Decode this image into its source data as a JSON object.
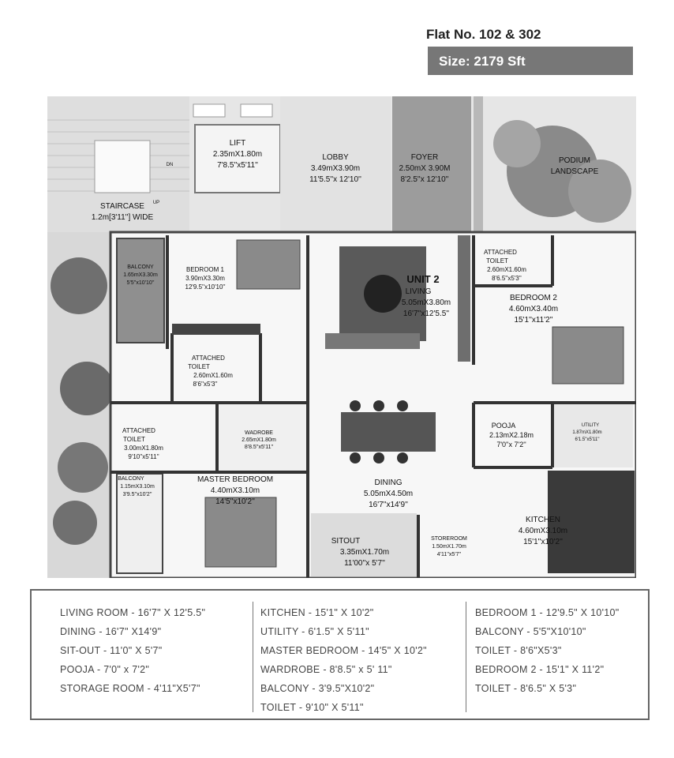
{
  "header": {
    "flat_no": "Flat No. 102 & 302",
    "size": "Size: 2179 Sft"
  },
  "plan": {
    "unit_title": "UNIT 2",
    "common": {
      "lift": [
        "LIFT",
        "2.35mX1.80m",
        "7'8.5''x5'11''"
      ],
      "lobby": [
        "LOBBY",
        "3.49mX3.90m",
        "11'5.5''x 12'10''"
      ],
      "foyer": [
        "FOYER",
        "2.50mX 3.90M",
        "8'2.5''x 12'10''"
      ],
      "podium": [
        "PODIUM",
        "LANDSCAPE"
      ],
      "staircase": [
        "STAIRCASE",
        "1.2m[3'11''] WIDE"
      ],
      "dn": "DN",
      "up": "UP"
    },
    "rooms": {
      "balcony1": [
        "BALCONY",
        "1.65mX3.30m",
        "5'5''x10'10''"
      ],
      "bedroom1": [
        "BEDROOM 1",
        "3.90mX3.30m",
        "12'9.5''x10'10''"
      ],
      "living": [
        "LIVING",
        "5.05mX3.80m",
        "16'7''x12'5.5''"
      ],
      "att_toilet_br2": [
        "ATTACHED",
        "TOILET",
        "2.60mX1.60m",
        "8'6.5''x5'3''"
      ],
      "bedroom2": [
        "BEDROOM 2",
        "4.60mX3.40m",
        "15'1''x11'2''"
      ],
      "att_toilet_br1": [
        "ATTACHED",
        "TOILET",
        "2.60mX1.60m",
        "8'6''x5'3''"
      ],
      "att_toilet_master": [
        "ATTACHED",
        "TOILET",
        "3.00mX1.80m",
        "9'10''x5'11''"
      ],
      "wardrobe": [
        "WADROBE",
        "2.65mX1.80m",
        "8'8.5''x5'11''"
      ],
      "dining": [
        "DINING",
        "5.05mX4.50m",
        "16'7''x14'9''"
      ],
      "pooja": [
        "POOJA",
        "2.13mX2.18m",
        "7'0''x 7'2''"
      ],
      "utility": [
        "UTILITY",
        "1.87mX1.80m",
        "6'1.5''x5'11''"
      ],
      "balcony2": [
        "BALCONY",
        "1.15mX3.10m",
        "3'9.5''x10'2''"
      ],
      "master_bedroom": [
        "MASTER BEDROOM",
        "4.40mX3.10m",
        "14'5''x10'2''"
      ],
      "kitchen": [
        "KITCHEN",
        "4.60mX3.10m",
        "15'1''x10'2''"
      ],
      "sitout": [
        "SITOUT",
        "3.35mX1.70m",
        "11'00''x 5'7''"
      ],
      "storeroom": [
        "STOREROOM",
        "1.50mX1.70m",
        "4'11''x5'7''"
      ]
    }
  },
  "legend": {
    "col1": [
      "LIVING ROOM - 16'7\" X 12'5.5\"",
      "DINING - 16'7\" X14'9\"",
      "SIT-OUT - 11'0\" X 5'7\"",
      "POOJA - 7'0\" x 7'2\"",
      "STORAGE ROOM -  4'11\"X5'7\""
    ],
    "col2": [
      "KITCHEN - 15'1\" X 10'2\"",
      "UTILITY - 6'1.5\" X 5'11\"",
      "MASTER BEDROOM - 14'5\" X 10'2\"",
      "WARDROBE - 8'8.5\" x 5' 11\"",
      "BALCONY - 3'9.5\"X10'2\"",
      "TOILET - 9'10\" X 5'11\""
    ],
    "col3": [
      "BEDROOM 1 - 12'9.5\" X 10'10\"",
      "BALCONY - 5'5\"X10'10\"",
      "TOILET - 8'6\"X5'3\"",
      "BEDROOM 2 - 15'1\" X 11'2\"",
      "TOILET - 8'6.5\" X 5'3\""
    ]
  }
}
